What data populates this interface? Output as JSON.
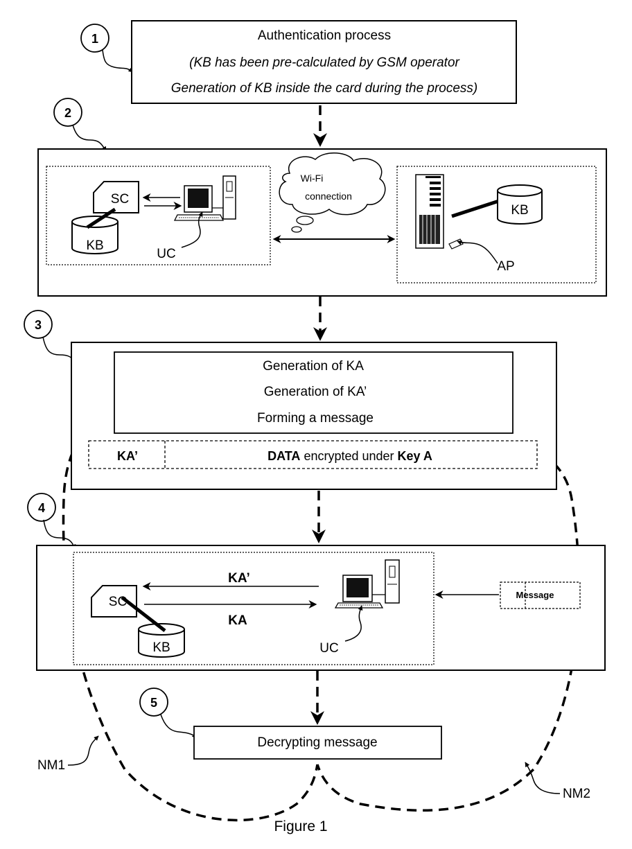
{
  "steps": {
    "s1": {
      "num": "1",
      "lines": [
        "Authentication process",
        "(KB has been pre-calculated by GSM operator",
        "Generation of KB inside the card during the process)"
      ]
    },
    "s2": {
      "num": "2",
      "sc": "SC",
      "kb_left": "KB",
      "uc": "UC",
      "wifi_1": "Wi-Fi",
      "wifi_2": "connection",
      "kb_right": "KB",
      "ap": "AP"
    },
    "s3": {
      "num": "3",
      "lines": [
        "Generation of KA",
        "Generation of KA’",
        "Forming a message"
      ],
      "msg_ka": "KA’",
      "msg_data_1": "DATA",
      "msg_data_2": " encrypted under ",
      "msg_data_3": "Key A"
    },
    "s4": {
      "num": "4",
      "sc": "SC",
      "kb": "KB",
      "ka_prime": "KA’",
      "ka": "KA",
      "uc": "UC",
      "message": "Message"
    },
    "s5": {
      "num": "5",
      "label": "Decrypting message"
    }
  },
  "labels": {
    "nm1": "NM1",
    "nm2": "NM2",
    "caption": "Figure 1"
  }
}
